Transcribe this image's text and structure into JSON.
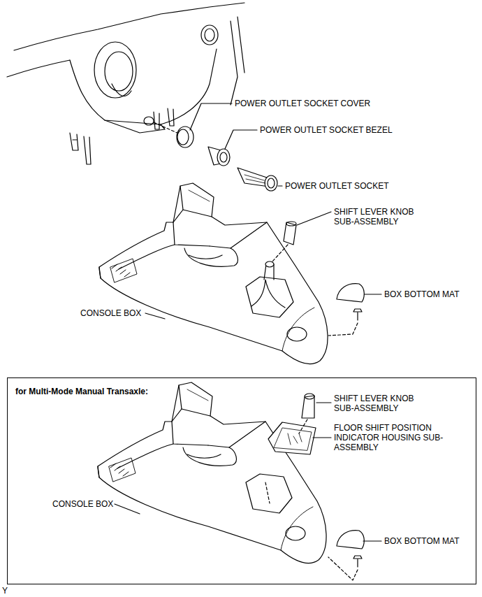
{
  "diagram": {
    "nodes": [
      {
        "text": [
          "for Multi-Mode Manual Transaxle:"
        ]
      }
    ],
    "labels": [
      "POWER OUTLET SOCKET COVER",
      "POWER OUTLET SOCKET BEZEL",
      "POWER OUTLET SOCKET",
      "SHIFT LEVER KNOB SUB-ASSEMBLY",
      "BOX BOTTOM MAT",
      "CONSOLE BOX",
      "SHIFT LEVER KNOB SUB-ASSEMBLY",
      "FLOOR SHIFT POSITION INDICATOR HOUSING SUB-ASSEMBLY",
      "CONSOLE BOX",
      "BOX BOTTOM MAT",
      "Y"
    ]
  }
}
